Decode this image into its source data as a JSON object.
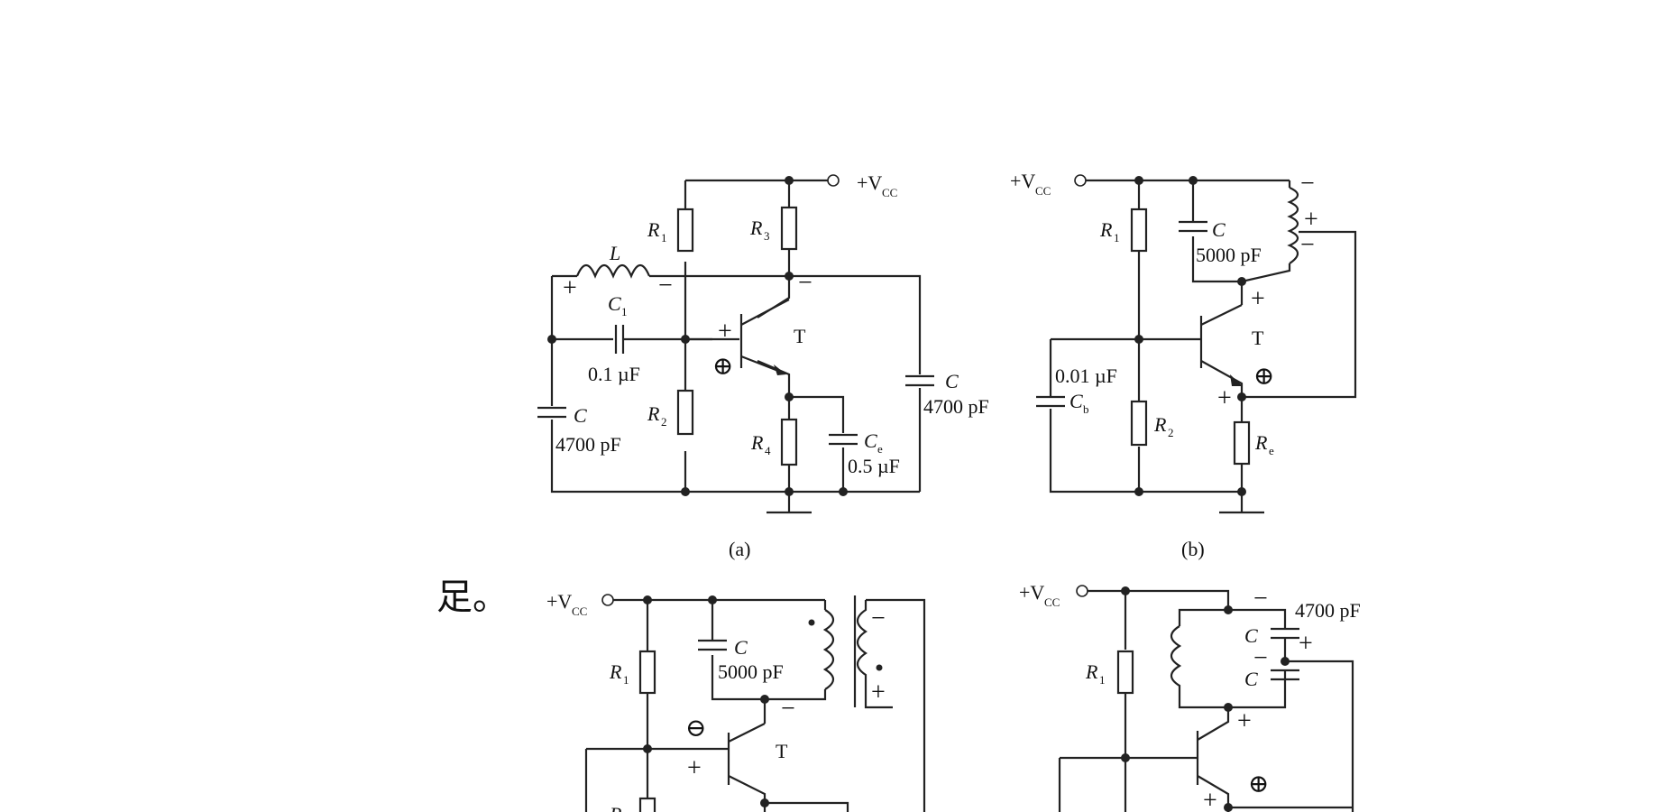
{
  "side_text": "足。",
  "circuit_a": {
    "caption": "(a)",
    "vcc": "+V",
    "vcc_sub": "CC",
    "r1": "R",
    "r1_sub": "1",
    "r2": "R",
    "r2_sub": "2",
    "r3": "R",
    "r3_sub": "3",
    "r4": "R",
    "r4_sub": "4",
    "l": "L",
    "c1": "C",
    "c1_sub": "1",
    "c1_value": "0.1 µF",
    "c_left": "C",
    "c_left_value": "4700 pF",
    "ce": "C",
    "ce_sub": "e",
    "ce_value": "0.5 µF",
    "c_right": "C",
    "c_right_value": "4700 pF",
    "transistor": "T"
  },
  "circuit_b": {
    "caption": "(b)",
    "vcc": "+V",
    "vcc_sub": "CC",
    "r1": "R",
    "r1_sub": "1",
    "r2": "R",
    "r2_sub": "2",
    "re": "R",
    "re_sub": "e",
    "c": "C",
    "c_value": "5000 pF",
    "cb": "C",
    "cb_sub": "b",
    "cb_value": "0.01 µF",
    "transistor": "T"
  },
  "circuit_c": {
    "vcc": "+V",
    "vcc_sub": "CC",
    "r1": "R",
    "r1_sub": "1",
    "r2": "R",
    "c": "C",
    "c_value": "5000 pF",
    "transistor": "T"
  },
  "circuit_d": {
    "vcc": "+V",
    "vcc_sub": "CC",
    "r1": "R",
    "r1_sub": "1",
    "c_top": "C",
    "c_bottom": "C",
    "c_value": "4700 pF"
  },
  "signs": {
    "plus": "+",
    "minus": "−",
    "circle_plus": "⊕",
    "circle_minus": "⊖"
  }
}
